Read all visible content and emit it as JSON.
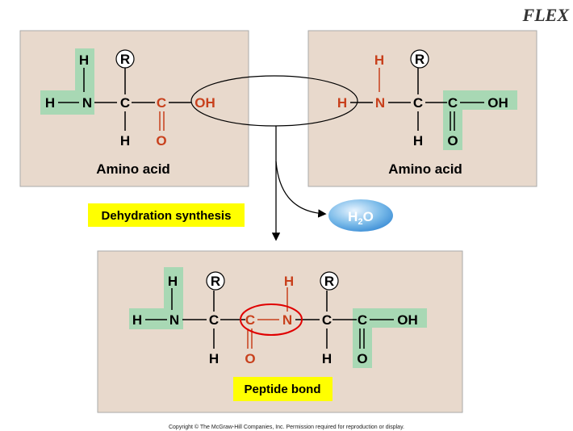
{
  "logo": "FLEX",
  "amino_acid_left": {
    "label": "Amino acid",
    "atoms": {
      "h_top": "H",
      "r": "R",
      "h_left": "H",
      "n": "N",
      "c_alpha": "C",
      "c_carboxyl": "C",
      "oh": "OH",
      "h_bottom": "H",
      "o_bottom": "O"
    }
  },
  "amino_acid_right": {
    "label": "Amino acid",
    "atoms": {
      "h_top": "H",
      "r": "R",
      "h_left": "H",
      "n": "N",
      "c_alpha": "C",
      "c_carboxyl": "C",
      "oh": "OH",
      "h_bottom": "H",
      "o_bottom": "O"
    }
  },
  "reaction": {
    "label": "Dehydration synthesis",
    "water": {
      "h": "H",
      "sub": "2",
      "o": "O"
    }
  },
  "dipeptide": {
    "atoms": {
      "h_top1": "H",
      "r1": "R",
      "h_left": "H",
      "n1": "N",
      "c_alpha1": "C",
      "h_bottom1": "H",
      "c_peptide": "C",
      "o_peptide": "O",
      "n_peptide": "N",
      "h_peptide": "H",
      "r2": "R",
      "c_alpha2": "C",
      "h_bottom2": "H",
      "c_carboxyl2": "C",
      "o_bottom2": "O",
      "oh": "OH"
    },
    "peptide_bond_label": "Peptide bond"
  },
  "copyright": "Copyright © The McGraw-Hill Companies, Inc. Permission required for reproduction or display.",
  "colors": {
    "panel": "#e8d9cc",
    "highlight": "#a8d8b4",
    "red": "#c8401c",
    "yellow": "#ffff00",
    "water": "#6fb2e8"
  }
}
